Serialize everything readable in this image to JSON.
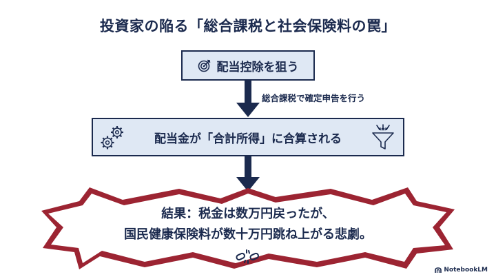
{
  "title": "投資家の陥る「総合課税と社会保険料の罠」",
  "steps": [
    {
      "label": "配当控除を狙う",
      "icon": "target-icon"
    },
    {
      "label": "配当金が「合計所得」に合算される",
      "icons": [
        "gears-icon",
        "funnel-icon"
      ]
    }
  ],
  "arrow_label": "総合課税で確定申告を行う",
  "result": {
    "line1": "結果：税金は数万円戻ったが、",
    "line2": "国民健康保険料が数十万円跳ね上がる悲劇。",
    "icon": "broken-chain-icon"
  },
  "branding": {
    "name": "NotebookLM"
  },
  "colors": {
    "navy": "#1b2a4e",
    "box_fill": "#dfe8f4",
    "burst_border": "#9c2432"
  }
}
